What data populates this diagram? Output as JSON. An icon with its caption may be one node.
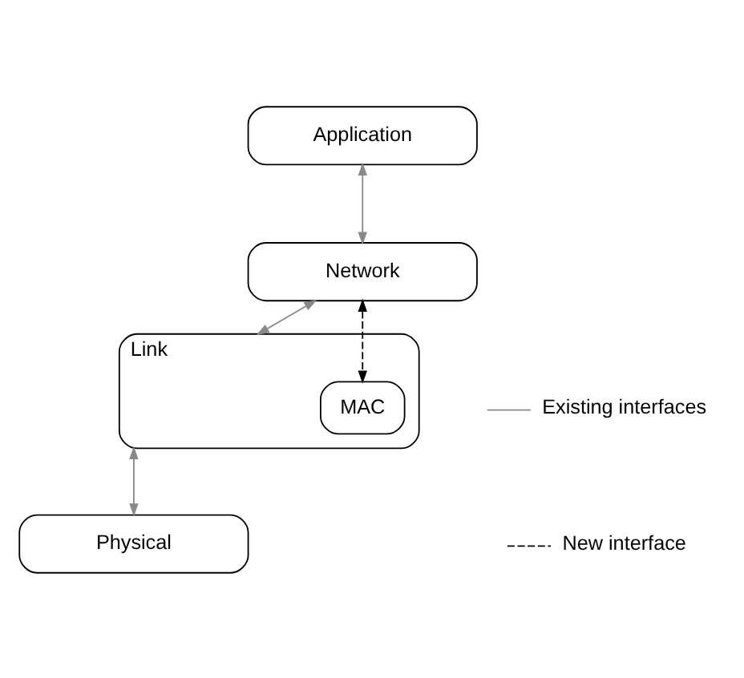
{
  "diagram": {
    "nodes": [
      {
        "text": [
          "Application"
        ]
      },
      {
        "text": [
          "Network"
        ]
      },
      {
        "text": [
          "Link"
        ]
      },
      {
        "text": [
          "MAC"
        ],
        "in": 2
      },
      {
        "text": [
          "Physical"
        ]
      }
    ],
    "edges": [
      {
        "from": 0,
        "to": 1,
        "arrow": "both"
      },
      {
        "from": 1,
        "to": 2,
        "arrow": "both"
      },
      {
        "from": 1,
        "to": 3,
        "arrow": "both",
        "style": "dashed",
        "color": "#000000"
      },
      {
        "from": 2,
        "to": 4,
        "arrow": "both"
      }
    ],
    "legend": [
      {
        "text": "Existing interfaces"
      },
      {
        "text": "New interface"
      }
    ]
  }
}
